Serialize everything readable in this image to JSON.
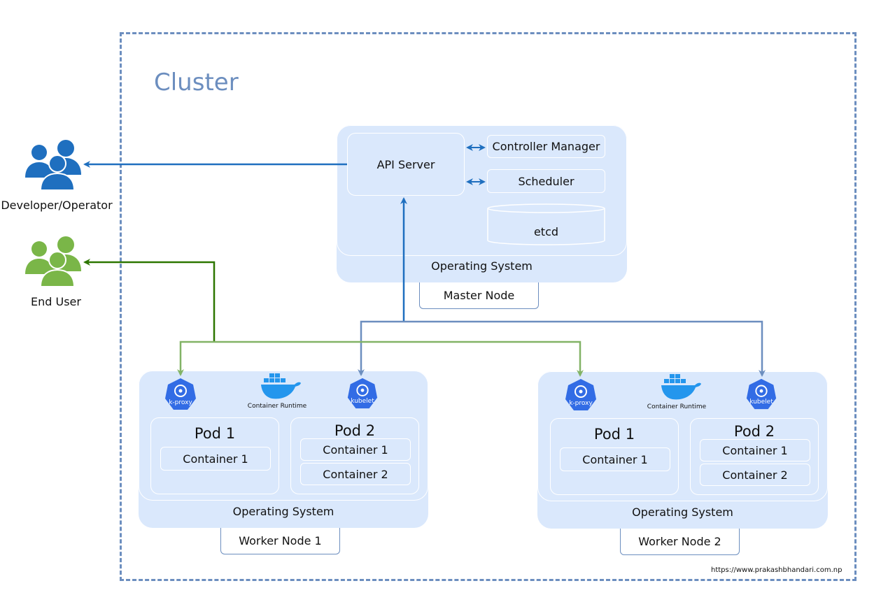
{
  "cluster": {
    "title": "Cluster"
  },
  "users": {
    "developer": {
      "label": "Developer/Operator",
      "icon": "users-icon",
      "color": "#1f6fbf"
    },
    "end_user": {
      "label": "End User",
      "icon": "users-icon",
      "color": "#7ab648"
    }
  },
  "master": {
    "api_server": "API Server",
    "controller_manager": "Controller Manager",
    "scheduler": "Scheduler",
    "etcd": "etcd",
    "os": "Operating System",
    "name": "Master Node"
  },
  "workers": [
    {
      "name": "Worker Node 1",
      "os": "Operating System",
      "kproxy": "k-proxy",
      "kubelet": "kubelet",
      "runtime": "Container Runtime",
      "pods": [
        {
          "title": "Pod 1",
          "containers": [
            "Container 1"
          ]
        },
        {
          "title": "Pod 2",
          "containers": [
            "Container 1",
            "Container 2"
          ]
        }
      ]
    },
    {
      "name": "Worker Node 2",
      "os": "Operating System",
      "kproxy": "k-proxy",
      "kubelet": "kubelet",
      "runtime": "Container Runtime",
      "pods": [
        {
          "title": "Pod 1",
          "containers": [
            "Container 1"
          ]
        },
        {
          "title": "Pod 2",
          "containers": [
            "Container 1",
            "Container 2"
          ]
        }
      ]
    }
  ],
  "footer": {
    "url": "https://www.prakashbhandari.com.np"
  },
  "colors": {
    "cluster_border": "#6c8ebf",
    "node_fill": "#dae8fc",
    "control_arrow": "#1f6fbf",
    "worker_arrow": "#6c8ebf",
    "user_arrow": "#82b366",
    "user_arrow_dark": "#2d7600",
    "k8s_blue": "#326ce5",
    "docker_blue": "#2496ed"
  }
}
